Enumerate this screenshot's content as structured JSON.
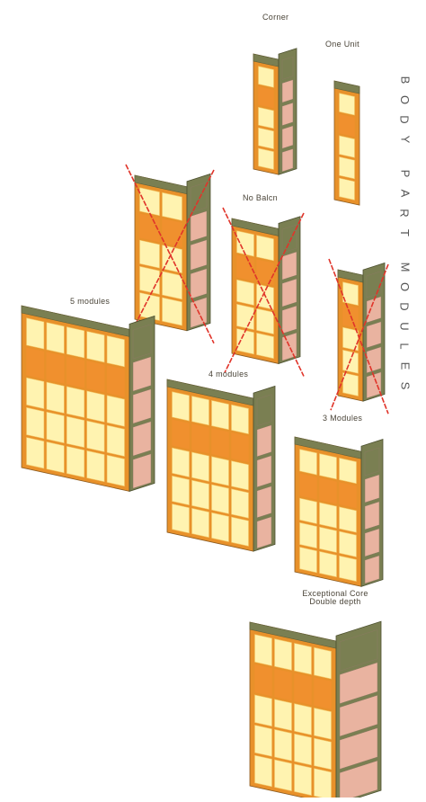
{
  "title": "BODY PART MODULES",
  "modules": [
    {
      "id": "corner",
      "label": "Corner",
      "rejected": false
    },
    {
      "id": "one-unit",
      "label": "One Unit",
      "rejected": false
    },
    {
      "id": "rejected-a",
      "label": "",
      "rejected": true
    },
    {
      "id": "no-balcony",
      "label": "No Balcn",
      "rejected": true
    },
    {
      "id": "rejected-b",
      "label": "",
      "rejected": true
    },
    {
      "id": "five-modules",
      "label": "5 modules",
      "rejected": false
    },
    {
      "id": "four-modules",
      "label": "4 modules",
      "rejected": false
    },
    {
      "id": "three-modules",
      "label": "3 Modules",
      "rejected": false
    },
    {
      "id": "exceptional-core",
      "label": "Exceptional Core\nDouble depth",
      "rejected": false
    }
  ],
  "colors": {
    "frame": "#e8912a",
    "window": "#fff3b0",
    "band": "#f0902e",
    "side": "#7a7f52",
    "side_panel": "#e9b3a0",
    "cross": "#e0342a",
    "label": "#4a4438"
  }
}
